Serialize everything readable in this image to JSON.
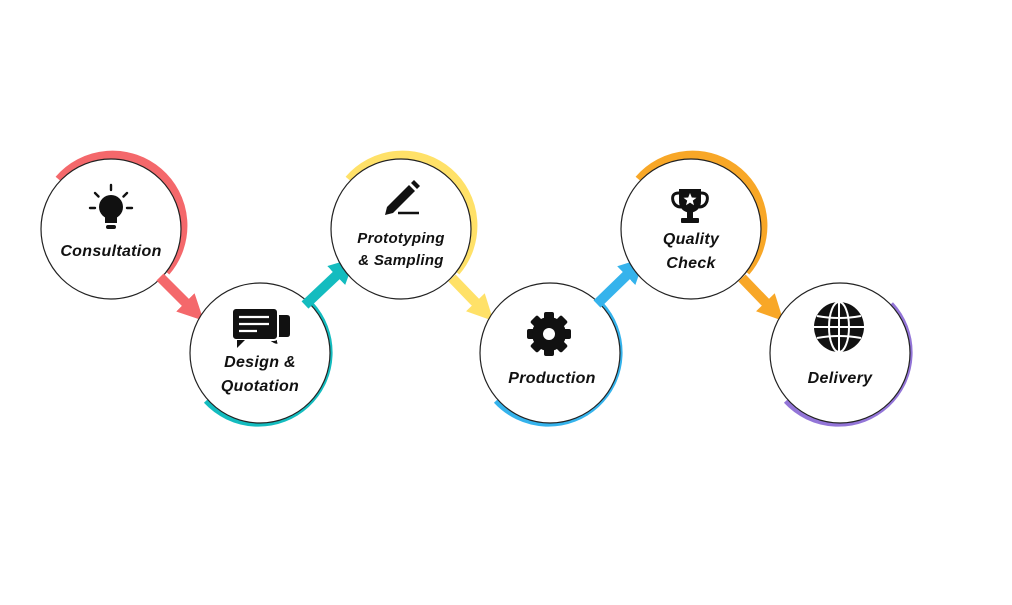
{
  "steps": [
    {
      "id": "consultation",
      "line1": "Consultation",
      "line2": "",
      "color": "#f4686b",
      "icon": "lightbulb-icon"
    },
    {
      "id": "design",
      "line1": "Design &",
      "line2": "Quotation",
      "color": "#14bcbf",
      "icon": "chat-bubble-icon"
    },
    {
      "id": "prototyping",
      "line1": "Prototyping",
      "line2": "& Sampling",
      "color": "#ffe168",
      "icon": "pencil-icon"
    },
    {
      "id": "production",
      "line1": "Production",
      "line2": "",
      "color": "#35b3ec",
      "icon": "gear-icon"
    },
    {
      "id": "quality",
      "line1": "Quality",
      "line2": "Check",
      "color": "#f8a727",
      "icon": "trophy-icon"
    },
    {
      "id": "delivery",
      "line1": "Delivery",
      "line2": "",
      "color": "#9375d8",
      "icon": "globe-icon"
    }
  ]
}
